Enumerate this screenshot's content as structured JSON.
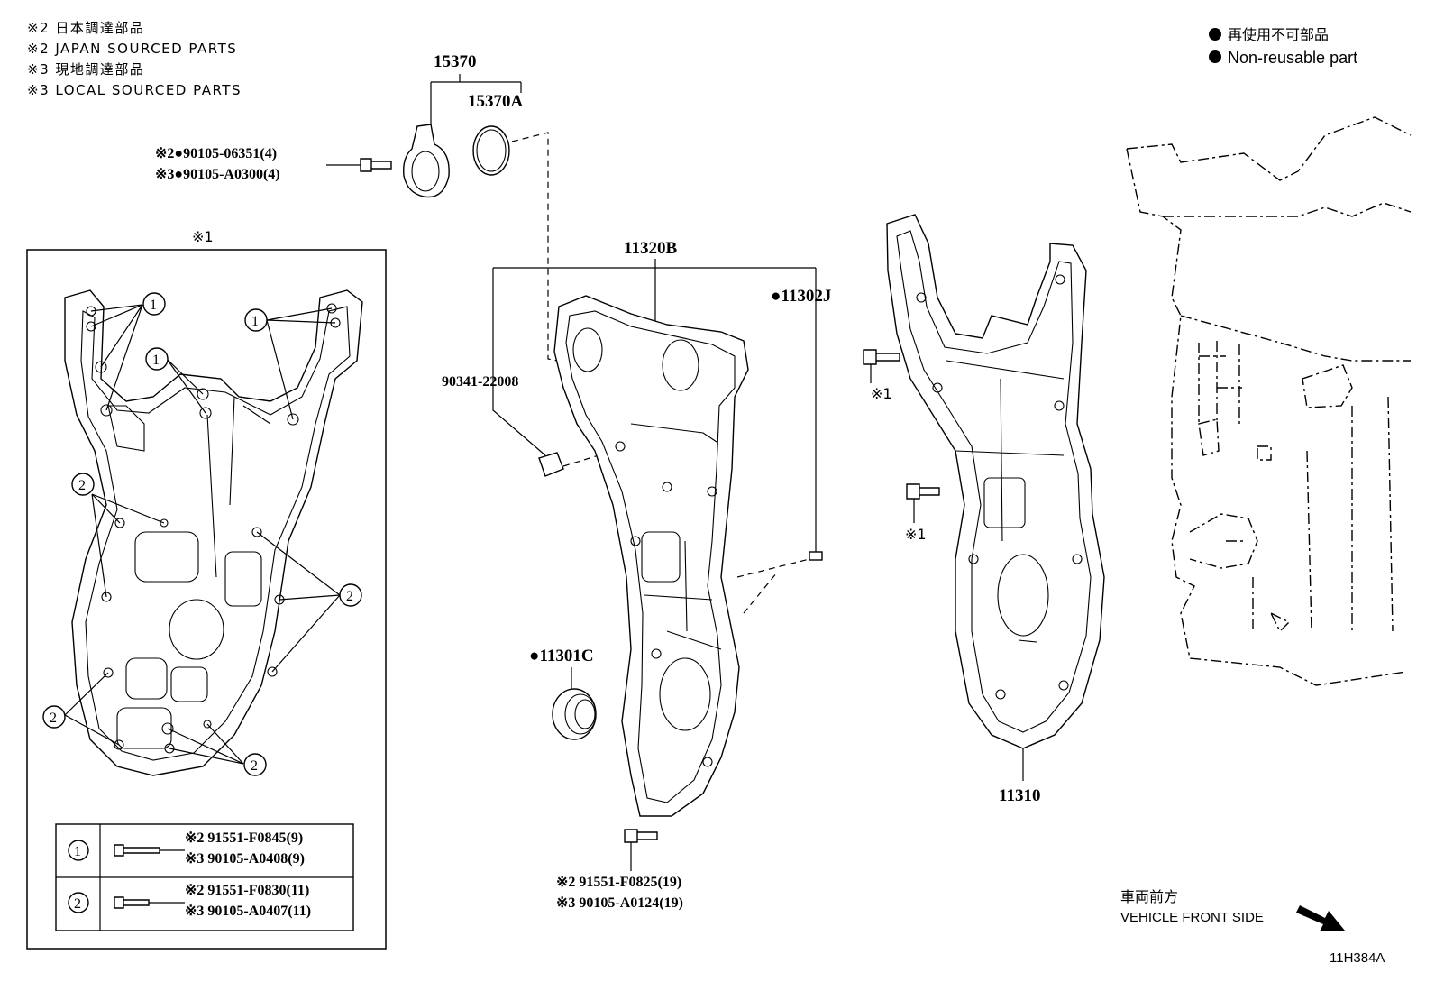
{
  "notes": {
    "line1": "※2 日本調達部品",
    "line2": "※2 JAPAN SOURCED PARTS",
    "line3": "※3 現地調達部品",
    "line4": "※3 LOCAL SOURCED PARTS"
  },
  "legend": {
    "jp": "再使用不可部品",
    "en": "Non-reusable part"
  },
  "parts": {
    "p15370": "15370",
    "p15370a": "15370A",
    "bolt_a": "※2●90105-06351(4)",
    "bolt_b": "※3●90105-A0300(4)",
    "p11320b": "11320B",
    "p11302j": "●11302J",
    "p90341": "90341-22008",
    "p11301c": "●11301C",
    "p11310": "11310",
    "bolt_c": "※2 91551-F0825(19)",
    "bolt_d": "※3 90105-A0124(19)",
    "ref1": "※1",
    "ref2": "※1",
    "box_ref": "※1"
  },
  "table": {
    "rows": [
      {
        "num": "1",
        "a": "※2 91551-F0845(9)",
        "b": "※3 90105-A0408(9)"
      },
      {
        "num": "2",
        "a": "※2 91551-F0830(11)",
        "b": "※3 90105-A0407(11)"
      }
    ]
  },
  "callouts": {
    "one": "1",
    "two": "2"
  },
  "front": {
    "jp": "車両前方",
    "en": "VEHICLE FRONT SIDE"
  },
  "figure_id": "11H384A"
}
